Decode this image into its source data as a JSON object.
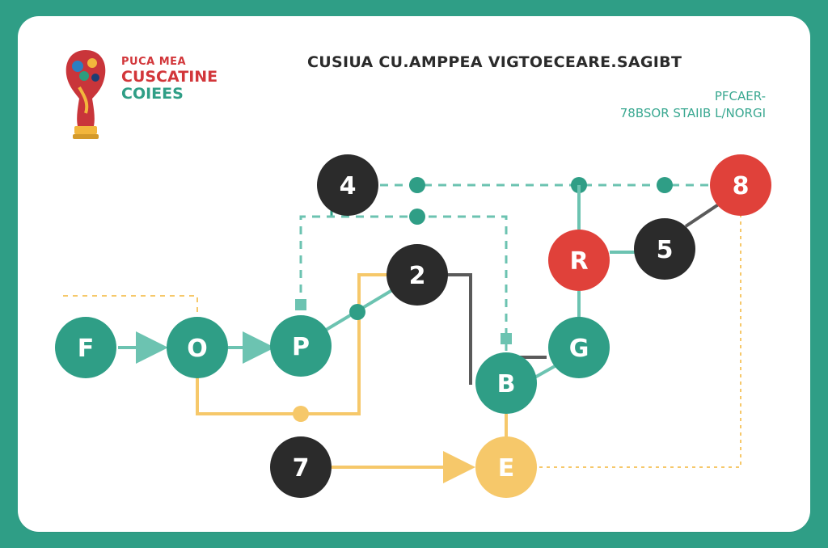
{
  "header": {
    "logo_line1": "PUCA MEA",
    "logo_line2": "CUSCATINE",
    "logo_line3": "COIEES",
    "title": "CUSIUA CU.AMPPEA VIGTOECEARE.SAGIBT",
    "subtitle_line1": "PFCAER-",
    "subtitle_line2": "78BSOR STAIIB L/NORGI"
  },
  "colors": {
    "background": "#2f9e86",
    "teal": "#2f9e86",
    "dark": "#2b2b2b",
    "red": "#e0413a",
    "yellow": "#f6c86a",
    "teal_line": "#6cc3b1"
  },
  "nodes": [
    {
      "id": "F",
      "label": "F",
      "color": "teal"
    },
    {
      "id": "O",
      "label": "O",
      "color": "teal"
    },
    {
      "id": "P",
      "label": "P",
      "color": "teal"
    },
    {
      "id": "2",
      "label": "2",
      "color": "dark"
    },
    {
      "id": "4",
      "label": "4",
      "color": "dark"
    },
    {
      "id": "8",
      "label": "8",
      "color": "red"
    },
    {
      "id": "R",
      "label": "R",
      "color": "red"
    },
    {
      "id": "5",
      "label": "5",
      "color": "dark"
    },
    {
      "id": "G",
      "label": "G",
      "color": "teal"
    },
    {
      "id": "B",
      "label": "B",
      "color": "teal"
    },
    {
      "id": "7",
      "label": "7",
      "color": "dark"
    },
    {
      "id": "E",
      "label": "E",
      "color": "yellow"
    }
  ],
  "edges": [
    {
      "from": "F",
      "to": "O",
      "style": "arrow"
    },
    {
      "from": "O",
      "to": "P",
      "style": "arrow"
    },
    {
      "from": "P",
      "to": "2",
      "style": "solid"
    },
    {
      "from": "4",
      "to": "8",
      "style": "dashed"
    },
    {
      "from": "8",
      "to": "5",
      "style": "solid"
    },
    {
      "from": "5",
      "to": "R",
      "style": "solid"
    },
    {
      "from": "R",
      "to": "G",
      "style": "solid"
    },
    {
      "from": "G",
      "to": "B",
      "style": "solid"
    },
    {
      "from": "B",
      "to": "E",
      "style": "solid"
    },
    {
      "from": "7",
      "to": "E",
      "style": "arrow"
    },
    {
      "from": "2",
      "to": "B",
      "style": "solid"
    },
    {
      "from": "O",
      "to": "2",
      "style": "solid"
    },
    {
      "from": "P",
      "to": "B",
      "style": "dashed"
    }
  ]
}
